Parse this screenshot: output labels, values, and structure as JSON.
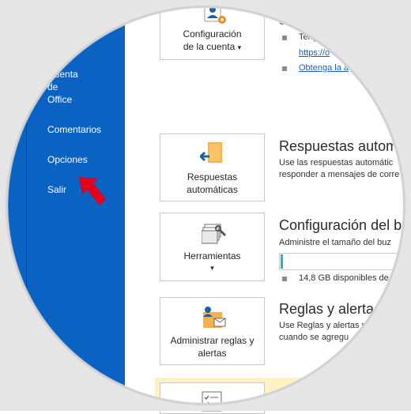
{
  "sidebar": {
    "items": [
      {
        "label": "Cuenta\nde\nOffice"
      },
      {
        "label": "Comentarios"
      },
      {
        "label": "Opciones"
      },
      {
        "label": "Salir"
      }
    ]
  },
  "tiles": [
    {
      "label_line1": "Configuración",
      "label_line2": "de la cuenta",
      "caret": "▾",
      "icon": "account-settings-icon"
    },
    {
      "label_line1": "Respuestas",
      "label_line2": "automáticas",
      "icon": "automatic-replies-icon"
    },
    {
      "label_line1": "Herramientas",
      "caret": "▾",
      "icon": "tools-icon"
    },
    {
      "label_line1": "Administrar reglas y",
      "label_line2": "alertas",
      "icon": "rules-alerts-icon"
    }
  ],
  "account": {
    "top_text": "Ca",
    "bullet1_text": "Teng",
    "bullet1_link": "https://o",
    "bullet2_link": "Obtenga la a"
  },
  "auto_replies": {
    "title": "Respuestas autom",
    "description": "Use las respuestas automátic\nresponder a mensajes de corre"
  },
  "mailbox": {
    "title": "Configuración del b",
    "description": "Administre el tamaño del buz",
    "storage_fill": 0.02,
    "free_space": "14,8 GB disponibles de"
  },
  "rules": {
    "title": "Reglas y alertas",
    "description": "Use Reglas y alertas p\ncuando se agregu"
  },
  "colors": {
    "sidebar": "#0a62c3",
    "accent_arrow": "#e3001b",
    "storage_bar": "#21b5c8"
  }
}
